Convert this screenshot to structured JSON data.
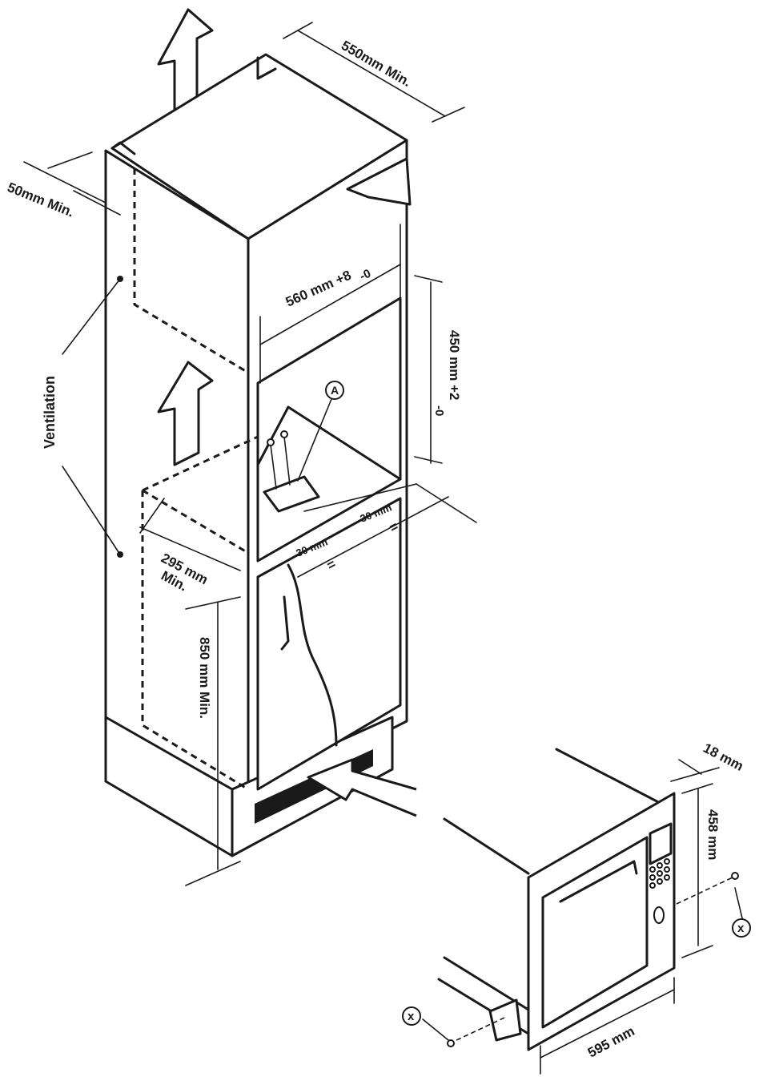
{
  "labels": {
    "dim_550": "550mm Min.",
    "dim_50": "50mm Min.",
    "ventilation": "Ventilation",
    "dim_560_main": "560 mm +8",
    "dim_560_tol": "-0",
    "dim_450_main": "450 mm +2",
    "dim_450_tol": "-0",
    "marker_a": "A",
    "dim_30_upper": "30 mm",
    "dim_30_lower": "30 mm",
    "equal_1": "=",
    "equal_2": "=",
    "dim_295_main": "295 mm",
    "dim_295_min": "Min.",
    "dim_850": "850 mm Min.",
    "dim_18": "18 mm",
    "dim_458": "458 mm",
    "dim_595": "595 mm",
    "marker_x_right": "x",
    "marker_x_left": "x"
  }
}
